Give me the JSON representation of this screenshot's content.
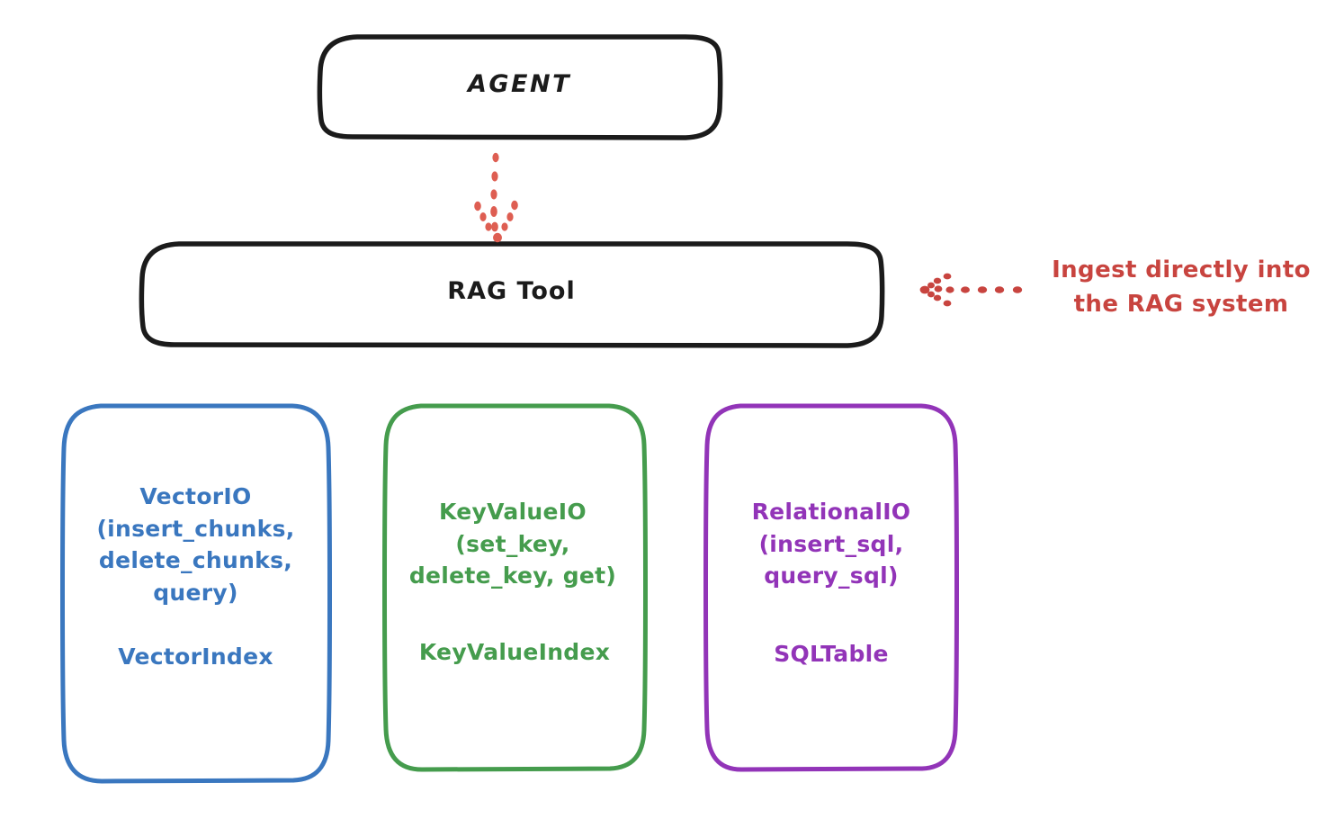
{
  "diagram": {
    "background": "#ffffff",
    "nodes": {
      "agent": {
        "label": "AGENT",
        "stroke_color": "#1b1b1b"
      },
      "rag_tool": {
        "label": "RAG Tool",
        "stroke_color": "#1b1b1b"
      },
      "vector_io": {
        "title": "VectorIO\n(insert_chunks,\ndelete_chunks,\nquery)",
        "subtitle": "VectorIndex",
        "stroke_color": "#3a77bf"
      },
      "key_value_io": {
        "title": "KeyValueIO\n(set_key,\ndelete_key, get)",
        "subtitle": "KeyValueIndex",
        "stroke_color": "#459c4d"
      },
      "relational_io": {
        "title": "RelationalIO\n(insert_sql,\nquery_sql)",
        "subtitle": "SQLTable",
        "stroke_color": "#9234b8"
      }
    },
    "annotations": {
      "ingest": {
        "text": "Ingest directly into\nthe RAG system",
        "color": "#c8443f"
      }
    },
    "connectors": {
      "agent_to_rag_tool": {
        "style": "dotted-arrow-down",
        "color": "#de5e52"
      },
      "annotation_to_rag_tool": {
        "style": "dotted-arrow-left",
        "color": "#c8443f"
      }
    }
  }
}
